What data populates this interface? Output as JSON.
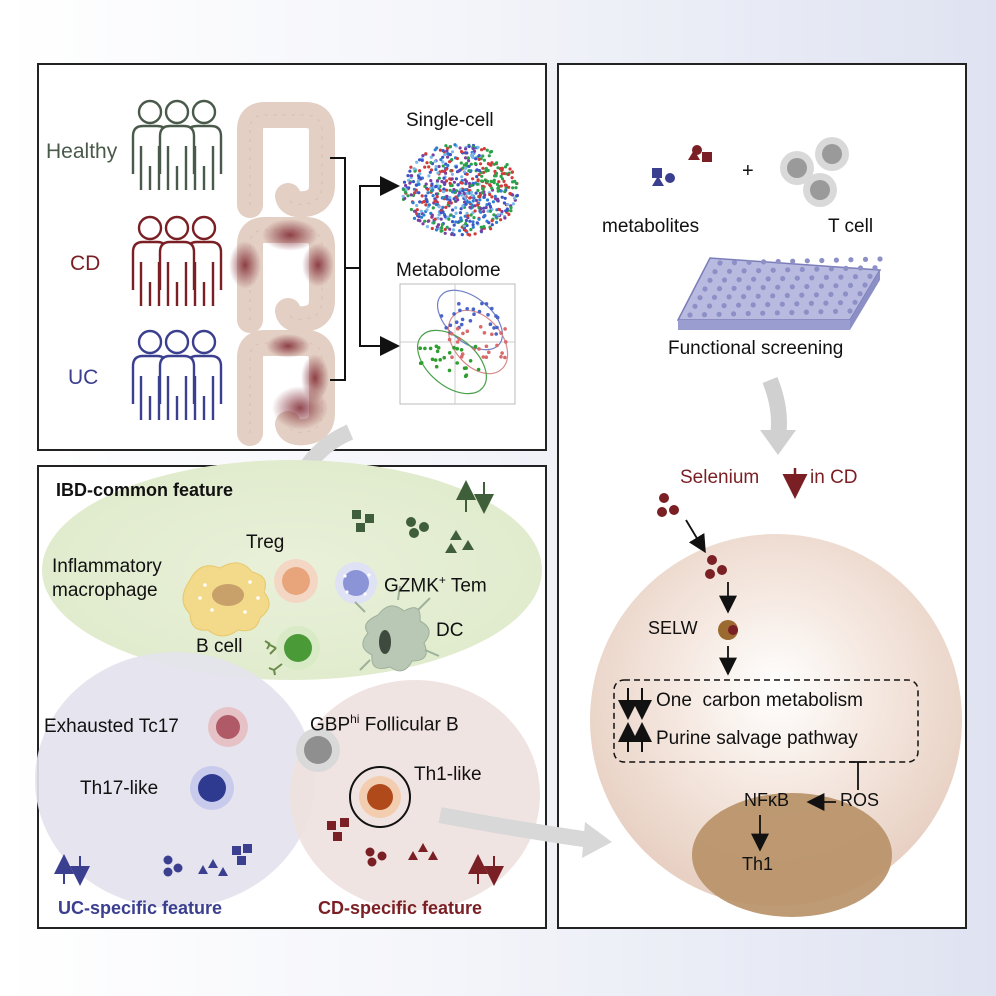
{
  "cohorts": {
    "healthy": "Healthy",
    "cd": "CD",
    "uc": "UC"
  },
  "profiling": {
    "single_cell": "Single-cell",
    "metabolome": "Metabolome"
  },
  "features": {
    "ibd_common": "IBD-common feature",
    "uc_specific": "UC-specific feature",
    "cd_specific": "CD-specific feature"
  },
  "cells": {
    "inflammatory_macrophage_line1": "Inflammatory",
    "inflammatory_macrophage_line2": "macrophage",
    "treg": "Treg",
    "gzmk_tem_prefix": "GZMK",
    "gzmk_tem_sup": "+",
    "gzmk_tem_suffix": " Tem",
    "b_cell": "B cell",
    "dc": "DC",
    "exhausted_tc17": "Exhausted Tc17",
    "th17_like": "Th17-like",
    "gbp_prefix": "GBP",
    "gbp_sup": "hi",
    "gbp_suffix": " Follicular B",
    "th1_like": "Th1-like"
  },
  "screen": {
    "plus": "+",
    "metabolites": "metabolites",
    "t_cell": "T cell",
    "functional_screening": "Functional screening"
  },
  "mechanism": {
    "selenium": "Selenium",
    "in_cd": "in CD",
    "selw": "SELW",
    "one_carbon": "One  carbon metabolism",
    "purine": "Purine salvage pathway",
    "nfkb": "NFκB",
    "ros": "ROS",
    "th1": "Th1"
  },
  "colors": {
    "healthy": "#4a5a4a",
    "cd": "#7a1f24",
    "uc": "#3b3f8f",
    "common_green": "#3f5f3a"
  }
}
